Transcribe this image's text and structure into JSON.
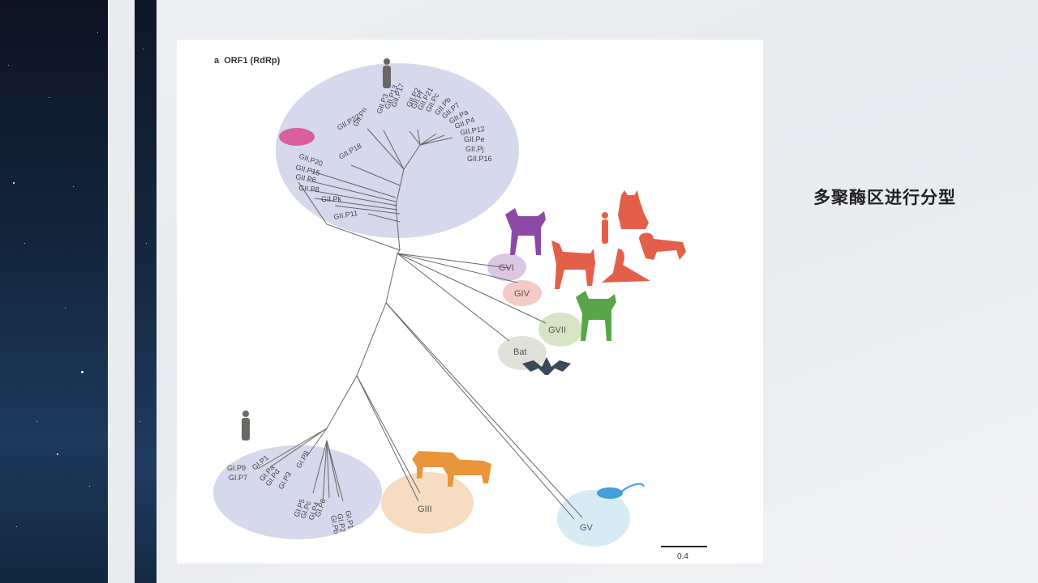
{
  "slide": {
    "caption": "多聚酶区进行分型"
  },
  "figure": {
    "panel_label": "a",
    "title": "ORF1 (RdRp)",
    "scale_bar": "0.4",
    "genogroups": {
      "gii": [
        "GII.P2",
        "GII.Pf",
        "GII.P21",
        "GII.Pc",
        "GII.Pb",
        "GII.P7",
        "GII.Pa",
        "GII.P4",
        "GII.P12",
        "GII.Pe",
        "GII.Pj",
        "GII.P16",
        "GII.P17",
        "GII.P13",
        "GII.P3",
        "GII.Pn",
        "GII.P22",
        "GII.P18",
        "GII.P20",
        "GII.P15",
        "GII.P6",
        "GII.P8",
        "GII.Pk",
        "GII.P11"
      ],
      "gi": [
        "GI.P9",
        "GI.P7",
        "GI.P1",
        "GI.Pa",
        "GI.Pd",
        "GI.P3",
        "GI.P8",
        "GI.P5",
        "GI.Pc",
        "GI.P4",
        "GI.P6",
        "GI.Pb",
        "GI.P2",
        "GI.P1"
      ],
      "gvi": "GVI",
      "giv": "GIV",
      "gvii": "GVII",
      "bat": "Bat",
      "giii": "GIII",
      "gv": "GV"
    },
    "colors": {
      "human_gi_gii": "#d6d9eb",
      "gvi": "#dcc7e3",
      "giv": "#f4c9c6",
      "gvii": "#d6e5c6",
      "bat": "#e0e1d9",
      "giii": "#f6dcc0",
      "gv": "#d8ebf5",
      "pig": "#d9609a",
      "purple_dog": "#8a4aa6",
      "red_animals": "#e45f4a",
      "green_dog": "#5aa54a",
      "cattle": "#e9953a",
      "mouse": "#41a0d8",
      "human": "#6b6864",
      "bat_icon": "#3b4a5a"
    }
  }
}
